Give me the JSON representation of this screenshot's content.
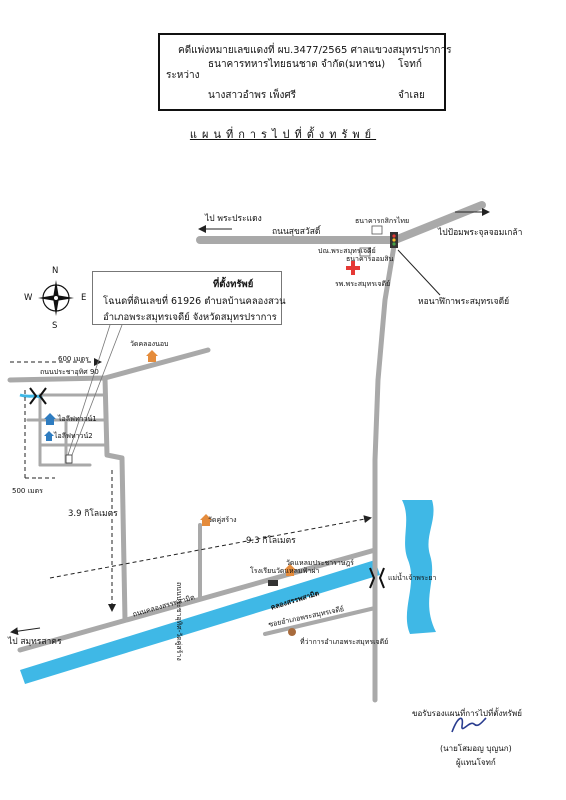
{
  "case": {
    "line1": "คดีแพ่งหมายเลขแดงที่  ผบ.3477/2565   ศาลแขวงสมุทรปราการ",
    "between_label": "ระหว่าง",
    "plaintiff": "ธนาคารทหารไทยธนชาต จำกัด(มหาชน)",
    "plaintiff_role": "โจทก์",
    "defendant": "นางสาวอำพร  เพ็งศรี",
    "defendant_role": "จำเลย"
  },
  "map_title": "แผนที่การไปที่ตั้งทรัพย์",
  "property": {
    "heading": "ที่ตั้งทรัพย์",
    "line1": "โฉนดที่ดินเลขที่ 61926 ตำบลบ้านคลองสวน",
    "line2": "อำเภอพระสมุทรเจดีย์  จังหวัดสมุทรปราการ"
  },
  "compass": {
    "n": "N",
    "s": "S",
    "e": "E",
    "w": "W"
  },
  "labels": {
    "to_phra_pradaeng": "ไป พระประแดง",
    "sukhumvit_rd": "ถนนสุขสวัสดิ์",
    "kasikorn_bank": "ธนาคารกสิกรไทย",
    "post_office": "ปณ.พระสมุทรเจดีย์",
    "gsb_bank": "ธนาคารออมสิน",
    "hospital": "รพ.พระสมุทรเจดีย์",
    "clock_tower": "หอนาฬิกาพระสมุทรเจดีย์",
    "to_pong": "ไปป้อมพระจุลจอมเกล้า",
    "wat_khlong_bon": "วัดคลองนอบ",
    "dist_600": "600 เมตร",
    "soi_90": "ถนนประชาอุทิศ 90",
    "village1": "ไอลีฟทาวน์1",
    "village2": "ไอลีฟทาวน์2",
    "dist_500": "500 เมตร",
    "dist_3_9": "3.9 กิโลเมตร",
    "wat_khu_sang": "วัดคู่สร้าง",
    "road_vertical": "ถนนประชาอุทิศ-วัดคู่สร้าง",
    "dist_9_3": "9.3 กิโลเมตร",
    "wat_laem": "วัดแหลมประชาราษฎร์",
    "school": "โรงเรียนวัดแหลมฟ้าผ่า",
    "chao_phraya": "แม่น้ำเจ้าพระยา",
    "rd_sapphasamit": "ถนนคลองสรรพสามิต",
    "canal": "คลองสรรพสามิต",
    "to_samut_sakhon": "ไป สมุทรสาคร",
    "district_soi": "ซอยอำเภอพระสมุทรเจดีย์",
    "district_office": "ที่ว่าการอำเภอพระสมุทรเจดีย์"
  },
  "signature": {
    "certify": "ขอรับรองแผนที่การไปที่ตั้งทรัพย์",
    "name": "(นายโสมอญ  บุญนก)",
    "role": "ผู้แทนโจทก์"
  },
  "colors": {
    "road": "#a9a9a9",
    "water": "#3fb8e6",
    "temple": "#e58c3c",
    "hospital_cross": "#e53935",
    "house": "#2e7cc0"
  },
  "icons": [
    "compass-rose-icon",
    "temple-icon",
    "hospital-icon",
    "traffic-light-icon",
    "bridge-icon",
    "house-icon",
    "school-icon",
    "office-icon"
  ]
}
